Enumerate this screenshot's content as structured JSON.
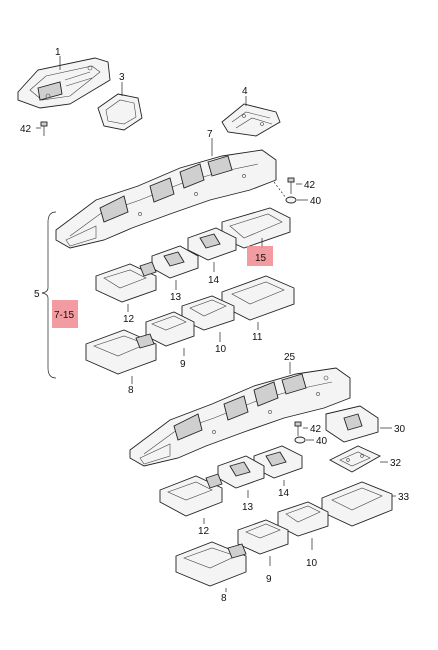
{
  "callouts": {
    "c1": "1",
    "c3": "3",
    "c42a": "42",
    "c4": "4",
    "c7": "7",
    "c42b": "42",
    "c40a": "40",
    "c15": "15",
    "c5": "5",
    "c715": "7-15",
    "c13a": "13",
    "c14a": "14",
    "c12a": "12",
    "c11": "11",
    "c10a": "10",
    "c9a": "9",
    "c8a": "8",
    "c25": "25",
    "c42c": "42",
    "c40b": "40",
    "c30": "30",
    "c32": "32",
    "c13b": "13",
    "c14b": "14",
    "c33": "33",
    "c12b": "12",
    "c9b": "9",
    "c10b": "10",
    "c8b": "8"
  },
  "colors": {
    "highlight": "#f08a8f",
    "line": "#222222",
    "part_fill": "#f4f4f4"
  }
}
